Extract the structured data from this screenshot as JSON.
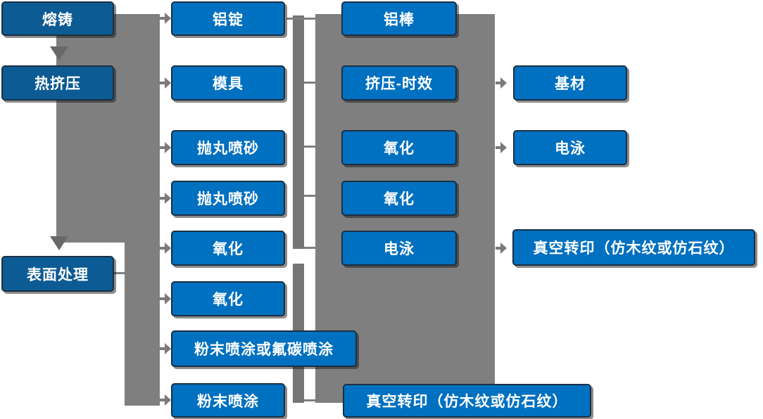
{
  "diagram": {
    "type": "flowchart",
    "language": "zh-CN",
    "columns": {
      "col1": [
        "熔铸",
        "热挤压",
        "表面处理"
      ],
      "col2": [
        "铝锭",
        "模具",
        "抛丸喷砂",
        "抛丸喷砂",
        "氧化",
        "氧化",
        "粉末喷涂或氟碳喷涂",
        "粉末喷涂"
      ],
      "col3": [
        "铝棒",
        "挤压-时效",
        "氧化",
        "氧化",
        "电泳",
        "真空转印（仿木纹或仿石纹）"
      ],
      "col4": [
        "基材",
        "电泳",
        "真空转印（仿木纹或仿石纹）"
      ]
    },
    "visible_arrows": {
      "down_chevrons": [
        "熔铸→热挤压",
        "热挤压带→表面处理"
      ],
      "left_band_to_col2_rows": [
        "铝锭",
        "模具",
        "抛丸喷砂",
        "抛丸喷砂",
        "氧化",
        "氧化",
        "粉末喷涂或氟碳喷涂",
        "粉末喷涂"
      ],
      "center_block_to_col4_rows": [
        "基材",
        "电泳",
        "真空转印（仿木纹或仿石纹）"
      ]
    },
    "colors": {
      "node_fill": "#0070c0",
      "node_fill_dark": "#0d5b94",
      "node_border": "#1b3044",
      "node_text": "#ffffff",
      "connector_gray": "#7f7f7f",
      "connector_bar_gray": "#757575",
      "arrow_gray": "#7a7a7a",
      "chevron_gray": "#696969",
      "background": "#ffffff"
    }
  }
}
